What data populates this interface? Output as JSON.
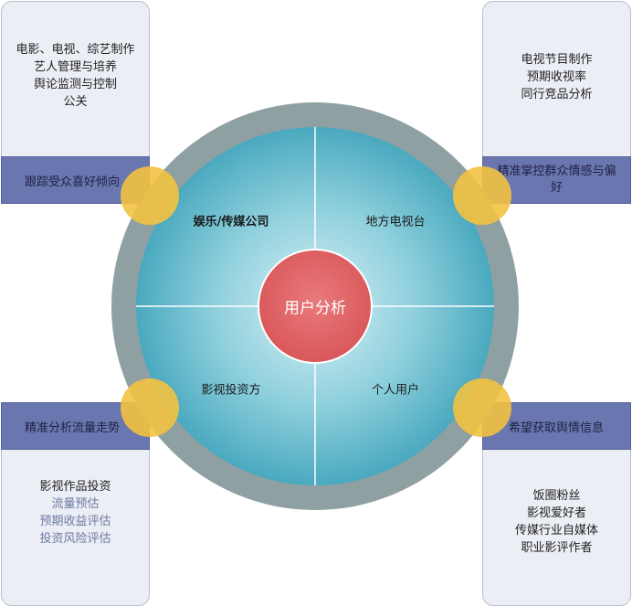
{
  "center": {
    "label": "用户分析"
  },
  "quadrants": {
    "top_left": "娱乐/传媒公司",
    "top_right": "地方电视台",
    "bottom_left": "影视投资方",
    "bottom_right": "个人用户"
  },
  "corners": {
    "top_left": {
      "lines": [
        "电影、电视、综艺制作",
        "艺人管理与培养",
        "舆论监测与控制",
        "公关"
      ],
      "band": "跟踪受众喜好倾向"
    },
    "top_right": {
      "lines": [
        "电视节目制作",
        "预期收视率",
        "同行竞品分析"
      ],
      "band_lines": [
        "精准掌控群众情感与偏",
        "好"
      ]
    },
    "bottom_left": {
      "band": "精准分析流量走势",
      "lines": [
        "影视作品投资",
        "流量预估",
        "预期收益评估",
        "投资风险评估"
      ]
    },
    "bottom_right": {
      "band": "希望获取舆情信息",
      "lines": [
        "饭圈粉丝",
        "影视爱好者",
        "传媒行业自媒体",
        "职业影评作者"
      ]
    }
  },
  "colors": {
    "card_bg": "#eceef5",
    "band": "#6a76b0",
    "ring": "#8fa0a2",
    "quadrant_fill": "#5fb7c8",
    "center_fill": "#df6265",
    "node_fill": "#f3c241"
  }
}
